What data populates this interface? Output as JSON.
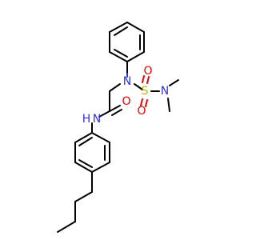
{
  "molecule": {
    "atoms": {
      "n_sulfonamide": "N",
      "s_sulfonyl": "S",
      "o_sulfonyl_top": "O",
      "o_sulfonyl_bottom": "O",
      "n_dimethyl": "N",
      "o_carbonyl": "O",
      "n_amide": "N",
      "h_amide": "H"
    },
    "colors": {
      "carbon_bond": "#000000",
      "nitrogen": "#3030F0",
      "oxygen": "#F00000",
      "sulfur": "#B8B800"
    }
  }
}
